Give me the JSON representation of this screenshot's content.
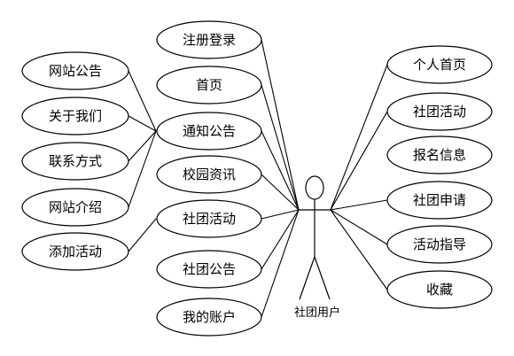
{
  "diagram": {
    "actor": {
      "label": "社团用户"
    },
    "use_cases": [
      {
        "id": "register",
        "label": "注册登录"
      },
      {
        "id": "home",
        "label": "首页"
      },
      {
        "id": "notice",
        "label": "通知公告"
      },
      {
        "id": "campus-news",
        "label": "校园资讯"
      },
      {
        "id": "club-activity",
        "label": "社团活动"
      },
      {
        "id": "club-notice",
        "label": "社团公告"
      },
      {
        "id": "my-account",
        "label": "我的账户"
      },
      {
        "id": "site-notice",
        "label": "网站公告"
      },
      {
        "id": "about-us",
        "label": "关于我们"
      },
      {
        "id": "contact",
        "label": "联系方式"
      },
      {
        "id": "site-intro",
        "label": "网站介绍"
      },
      {
        "id": "add-activity",
        "label": "添加活动"
      },
      {
        "id": "personal-home",
        "label": "个人首页"
      },
      {
        "id": "club-activity-r",
        "label": "社团活动"
      },
      {
        "id": "signup-info",
        "label": "报名信息"
      },
      {
        "id": "club-apply",
        "label": "社团申请"
      },
      {
        "id": "activity-guide",
        "label": "活动指导"
      },
      {
        "id": "favorites",
        "label": "收藏"
      }
    ]
  }
}
